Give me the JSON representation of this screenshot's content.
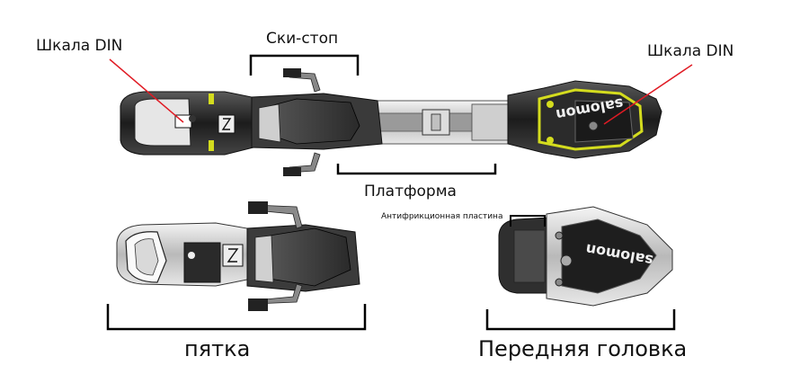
{
  "labels": {
    "din_left": "Шкала DIN",
    "din_right": "Шкала DIN",
    "ski_stop": "Ски-стоп",
    "platform": "Платформа",
    "anti_friction_plate": "Антифрикционная пластина",
    "heel": "пятка",
    "toe_piece": "Передняя головка"
  },
  "logos": {
    "brand": "salomon"
  },
  "colors": {
    "pointer_line": "#e01b24",
    "accent_yellow": "#d4dc1e",
    "binding_dark": "#222222",
    "binding_mid": "#7a7a7a",
    "binding_light": "#d9d9d9"
  }
}
